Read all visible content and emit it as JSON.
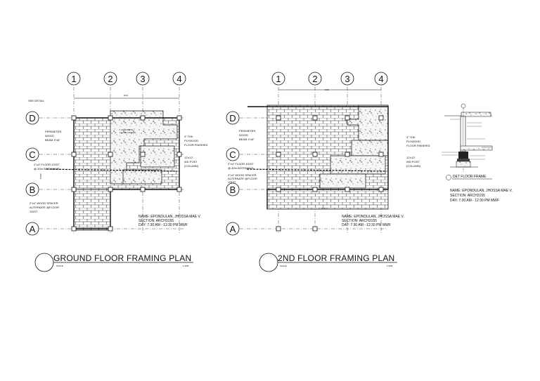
{
  "grid": {
    "numbers": [
      "1",
      "2",
      "3",
      "4"
    ],
    "letters": [
      "D",
      "C",
      "B",
      "A"
    ]
  },
  "plans": [
    {
      "title": "GROUND FLOOR FRAMING PLAN",
      "scale_label": "SCALE",
      "scale_value": "1:30M",
      "dimension_top": "8.50",
      "dimension_side": "8.500",
      "see_detail": "SEE DETAIL",
      "perimeter": [
        "PERIMETER",
        "WOOD",
        "BEAM 4\"x8\""
      ],
      "joist": [
        "2\"x4\" FLOOR JOIST",
        "@.30m BOTHWAYS"
      ],
      "spacer": [
        "2\"x4\" WOOD SPACER",
        "ALTERNATE @FLOOR",
        "JOIST"
      ],
      "concrete": [
        "CONCRETE",
        "FLOOR FINISH"
      ],
      "plywood": [
        "3\" THK",
        "PLYWOOD",
        "FLOOR FINISHED"
      ],
      "post": [
        "12'x12'",
        "WD POST",
        "(COLUMN)"
      ],
      "info": [
        "NAME: EPONDULAN, JHOSSA MAE V.",
        "SECTION: ARCH3155",
        "DAY: 7:30 AM - 12:30 PM MWF"
      ]
    },
    {
      "title": "2ND FLOOR FRAMING PLAN",
      "scale_label": "SCALE",
      "scale_value": "1:30M",
      "dimension_top": "8.80",
      "dimension_bottom": "9.05",
      "perimeter": [
        "PERIMETER",
        "WOOD",
        "BEAM 4\"x8\""
      ],
      "joist": [
        "2\"x4\" FLOOR JOIST",
        "@.30m BOTHWAYS"
      ],
      "spacer": [
        "2\"x4\" WOOD SPACER",
        "ALTERNATE @FLOOR",
        "JOIST"
      ],
      "plywood": [
        "3\" THK",
        "PLYWOOD",
        "FLOOR FINISHED"
      ],
      "post": [
        "12'x12'",
        "WD POST",
        "(COLUMN)"
      ],
      "info": [
        "NAME: EPONDULAN, JHOSSA MAE V.",
        "SECTION: ARCH3155",
        "DAY: 7:30 AM - 12:30 PM MWF"
      ]
    }
  ],
  "detail": {
    "title": "DET FLOOR FRAME",
    "info": [
      "NAME: EPONDULAN, JHOSSA MAE V.",
      "SECTION: ARCH3155",
      "DAY: 7:30 AM - 12:30 PM MWF"
    ]
  }
}
